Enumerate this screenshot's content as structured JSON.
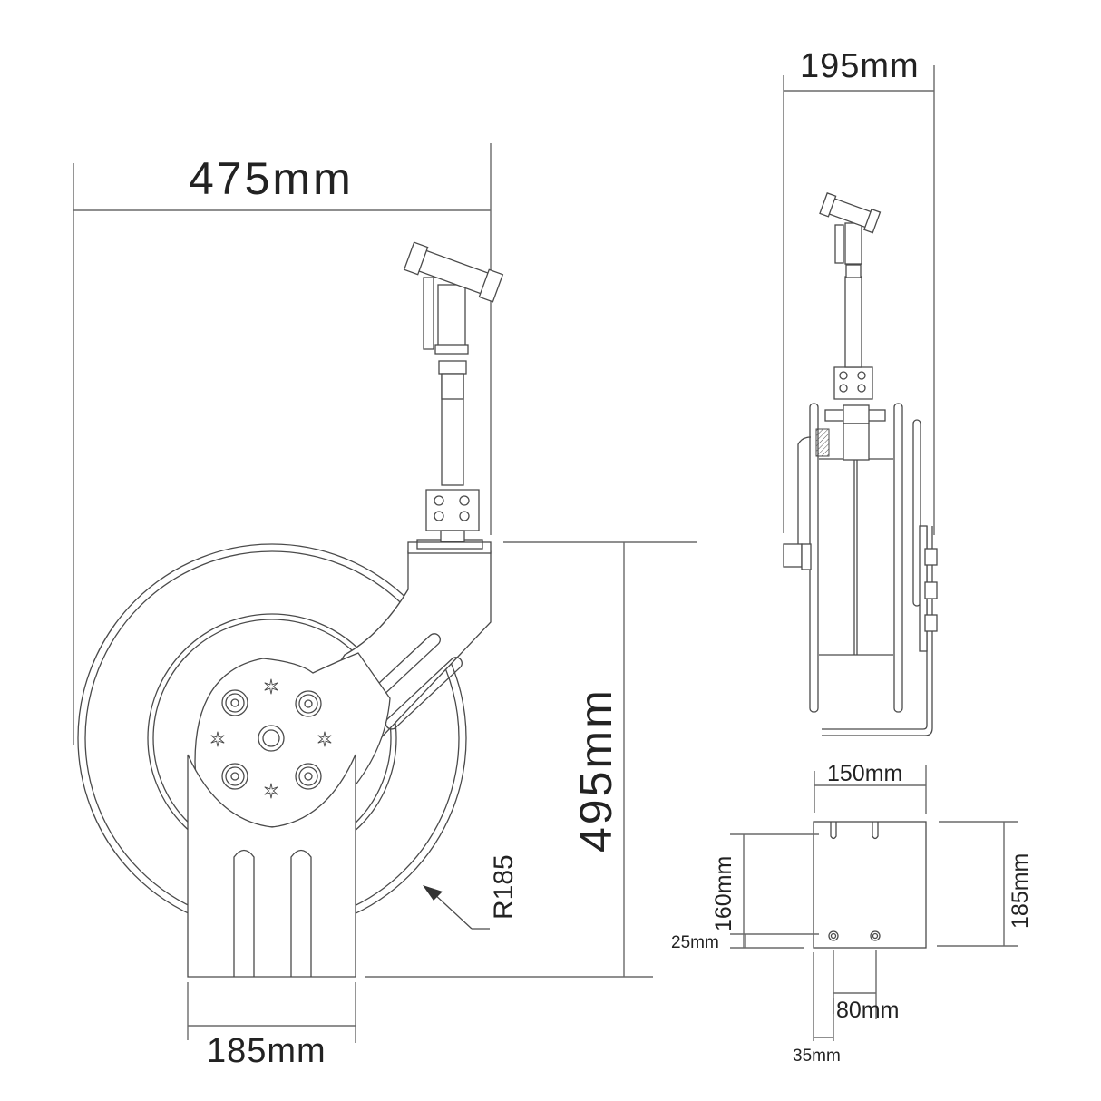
{
  "drawing": {
    "title": "Hose reel dimension drawing",
    "views": [
      "front-view",
      "side-view",
      "mounting-bracket-view"
    ]
  },
  "front_view": {
    "width_label": "475mm",
    "height_label": "495mm",
    "base_width_label": "185mm",
    "radius_label": "R185"
  },
  "side_view": {
    "depth_label": "195mm"
  },
  "bracket_view": {
    "width_label": "150mm",
    "height_label": "185mm",
    "hole_vertical_spacing_label": "160mm",
    "bottom_offset_label": "25mm",
    "hole_horizontal_spacing_label": "80mm",
    "side_offset_label": "35mm"
  },
  "colors": {
    "line": "#4a4a4a",
    "dimension_line": "#6a6a6a",
    "text": "#222222",
    "background": "#ffffff"
  }
}
